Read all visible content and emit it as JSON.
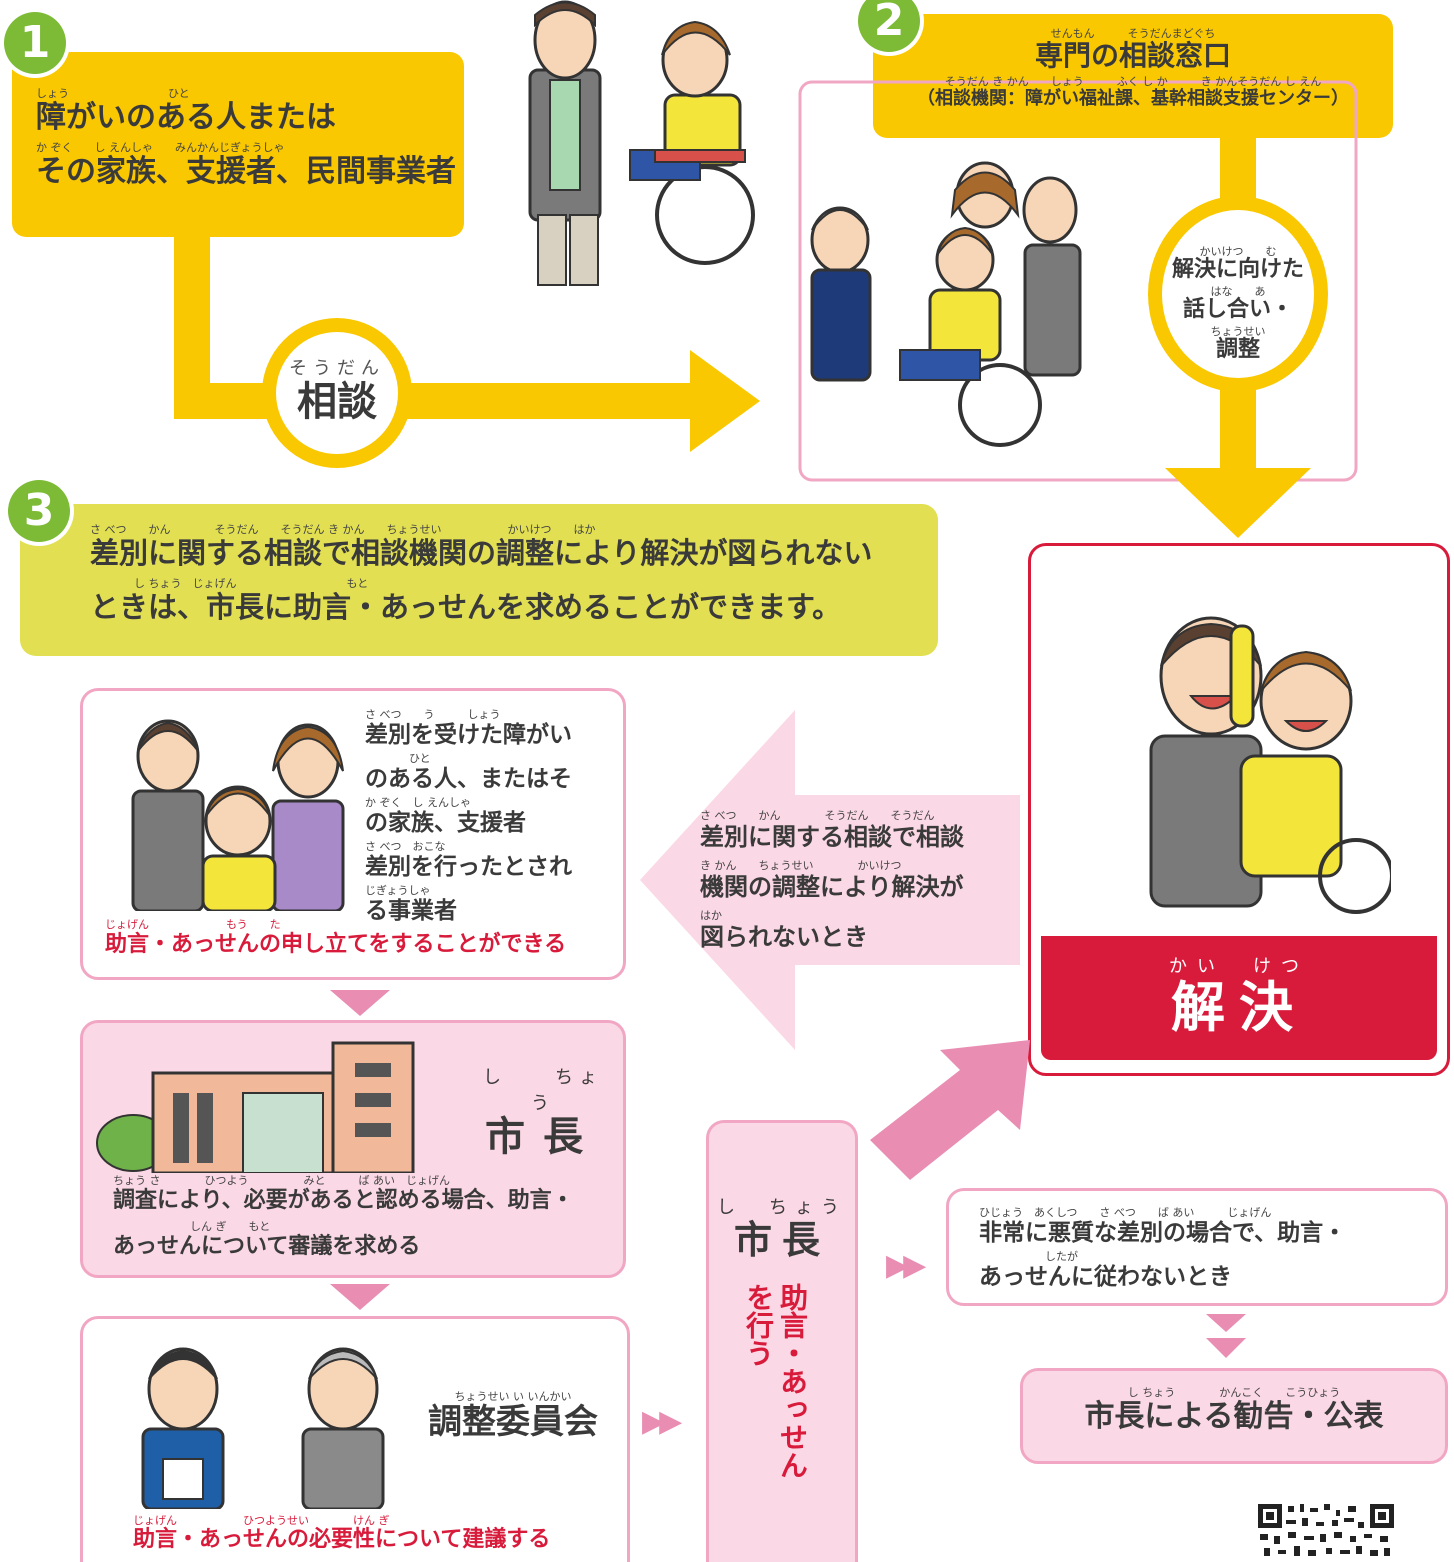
{
  "step1": {
    "num": "1",
    "line1_ruby": "しょう　　　　　　　　　ひと",
    "line1": "障がいのある人または",
    "line2_ruby": "か ぞく　　し えんしゃ　　みんかんじぎょうしゃ",
    "line2": "その家族、支援者、民間事業者"
  },
  "consult": {
    "ruby": "そうだん",
    "label": "相談"
  },
  "step2": {
    "num": "2",
    "title_ruby": "せんもん　　　そうだんまどぐち",
    "title": "専門の相談窓口",
    "sub_ruby": "そうだん き かん　　しょう　　　ふく し か　　　き かんそうだん し えん",
    "sub": "（相談機関：障がい福祉課、基幹相談支援センター）",
    "circle_ruby1": "かいけつ　　む",
    "circle_line1": "解決に向けた",
    "circle_ruby2": "はな　　あ",
    "circle_line2": "話し合い・",
    "circle_ruby3": "ちょうせい",
    "circle_line3": "調整"
  },
  "step3": {
    "num": "3",
    "line1_ruby": "さ べつ　　かん　　　　そうだん　　そうだん き かん　　ちょうせい　　　　　　かいけつ　　はか",
    "line1": "差別に関する相談で相談機関の調整により解決が図られない",
    "line2_ruby": "　　　　し ちょう　じょげん　　　　　　　　　　もと",
    "line2": "ときは、市長に助言・あっせんを求めることができます。"
  },
  "resolve": {
    "ruby": "かい　けつ",
    "label": "解決"
  },
  "arrow_text": {
    "ruby1": "さ べつ　　かん　　　　そうだん　　そうだん",
    "line1": "差別に関する相談で相談",
    "ruby2": "き かん　　ちょうせい　　　　かいけつ",
    "line2": "機関の調整により解決が",
    "ruby3": "はか",
    "line3": "図られないとき"
  },
  "box_apply": {
    "ruby1": "さ べつ　　う　　　しょう",
    "line1": "差別を受けた障がい",
    "ruby2": "　　　　ひと",
    "line2": "のある人、またはそ",
    "ruby3": "か ぞく　し えんしゃ",
    "line3": "の家族、支援者",
    "ruby4": "さ べつ　おこな",
    "line4": "差別を行ったとされ",
    "ruby5": "じぎょうしゃ",
    "line5": "る事業者",
    "red_ruby": "じょげん　　　　　　　もう　　た",
    "red": "助言・あっせんの申し立てをすることができる"
  },
  "box_mayor": {
    "ruby": "し　　ちょう",
    "title": "市長",
    "ruby1": "ちょう さ　　　　ひつよう　　　　　みと　　　ば あい　じょげん",
    "line1": "調査により、必要があると認める場合、助言・",
    "ruby2": "　　　　　　　しん ぎ　　もと",
    "line2": "あっせんについて審議を求める"
  },
  "box_committee": {
    "ruby": "ちょうせい い いんかい",
    "title": "調整委員会",
    "red_ruby": "じょげん　　　　　　ひつようせい　　　　けん ぎ",
    "red": "助言・あっせんの必要性について建議する"
  },
  "mayor_col": {
    "ruby": "し　ちょう",
    "title": "市長",
    "red1": "助言・あっせん",
    "red2": "を行う"
  },
  "box_serious": {
    "ruby1": "ひじょう　あくしつ　　さ べつ　　ば あい　　　じょげん",
    "line1": "非常に悪質な差別の場合で、助言・",
    "ruby2": "　　　　　　したが",
    "line2": "あっせんに従わないとき"
  },
  "box_recommend": {
    "ruby": "し ちょう　　　　かんこく　　こうひょう",
    "label": "市長による勧告・公表"
  },
  "colors": {
    "yellow": "#f9c800",
    "green_lime": "#e2e052",
    "green_num": "#7dbb36",
    "pink_fill": "#fbd8e5",
    "pink_border": "#f1a7c3",
    "pink_arrow": "#e98db3",
    "red": "#d81b3b"
  }
}
